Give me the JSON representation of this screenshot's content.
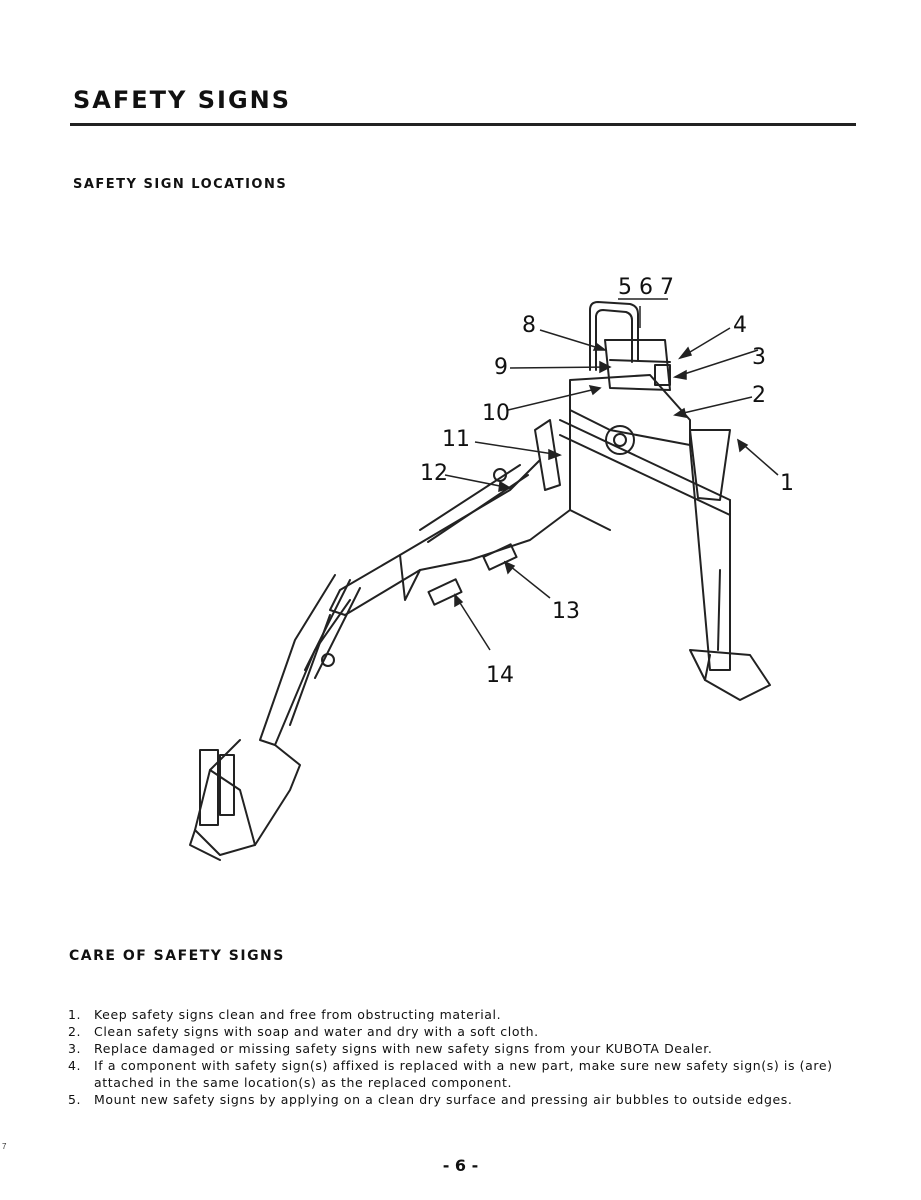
{
  "page": {
    "title": "SAFETY SIGNS",
    "page_number": "- 6 -",
    "margin_mark": "7"
  },
  "locations": {
    "heading": "SAFETY SIGN LOCATIONS",
    "callouts": [
      "5 6 7",
      "8",
      "4",
      "9",
      "3",
      "2",
      "10",
      "11",
      "1",
      "12",
      "13",
      "14"
    ]
  },
  "care": {
    "heading": "CARE OF SAFETY SIGNS",
    "items": [
      {
        "num": "1.",
        "text": "Keep safety signs clean and free from obstructing material."
      },
      {
        "num": "2.",
        "text": "Clean safety signs with soap and water and dry with a soft cloth."
      },
      {
        "num": "3.",
        "text": "Replace damaged or missing safety signs with new safety signs from your KUBOTA Dealer."
      },
      {
        "num": "4.",
        "text": "If a component with safety sign(s) affixed is replaced with a new part, make sure new safety sign(s) is (are) attached in the same location(s) as the replaced component."
      },
      {
        "num": "5.",
        "text": "Mount new safety signs by applying on a clean dry surface and pressing air bubbles to outside edges."
      }
    ]
  }
}
